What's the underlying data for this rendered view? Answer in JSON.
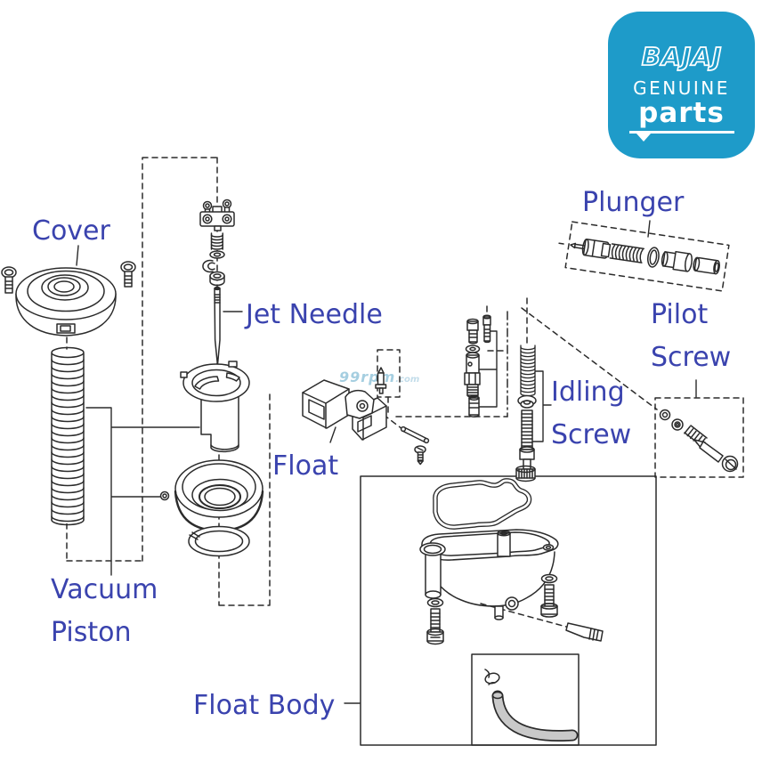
{
  "labels": {
    "cover": "Cover",
    "jet_needle": "Jet Needle",
    "plunger": "Plunger",
    "pilot_screw": {
      "line1": "Pilot",
      "line2": "Screw"
    },
    "idling_screw": {
      "line1": "Idling",
      "line2": "Screw"
    },
    "float": "Float",
    "vacuum_piston": {
      "line1": "Vacuum",
      "line2": "Piston"
    },
    "float_body": "Float Body"
  },
  "watermark": {
    "name": "99rpm",
    "suffix": ".com"
  },
  "logo": {
    "brand": "BAJAJ",
    "tagline": "GENUINE",
    "product": "parts"
  },
  "colors": {
    "label_text": "#3A43AE",
    "line_art": "#2B2B2B",
    "logo_background": "#1E9BC9",
    "logo_text": "#FFFFFF",
    "hose_fill": "#C9C9C9",
    "watermark_text": "#A5CEE0"
  }
}
